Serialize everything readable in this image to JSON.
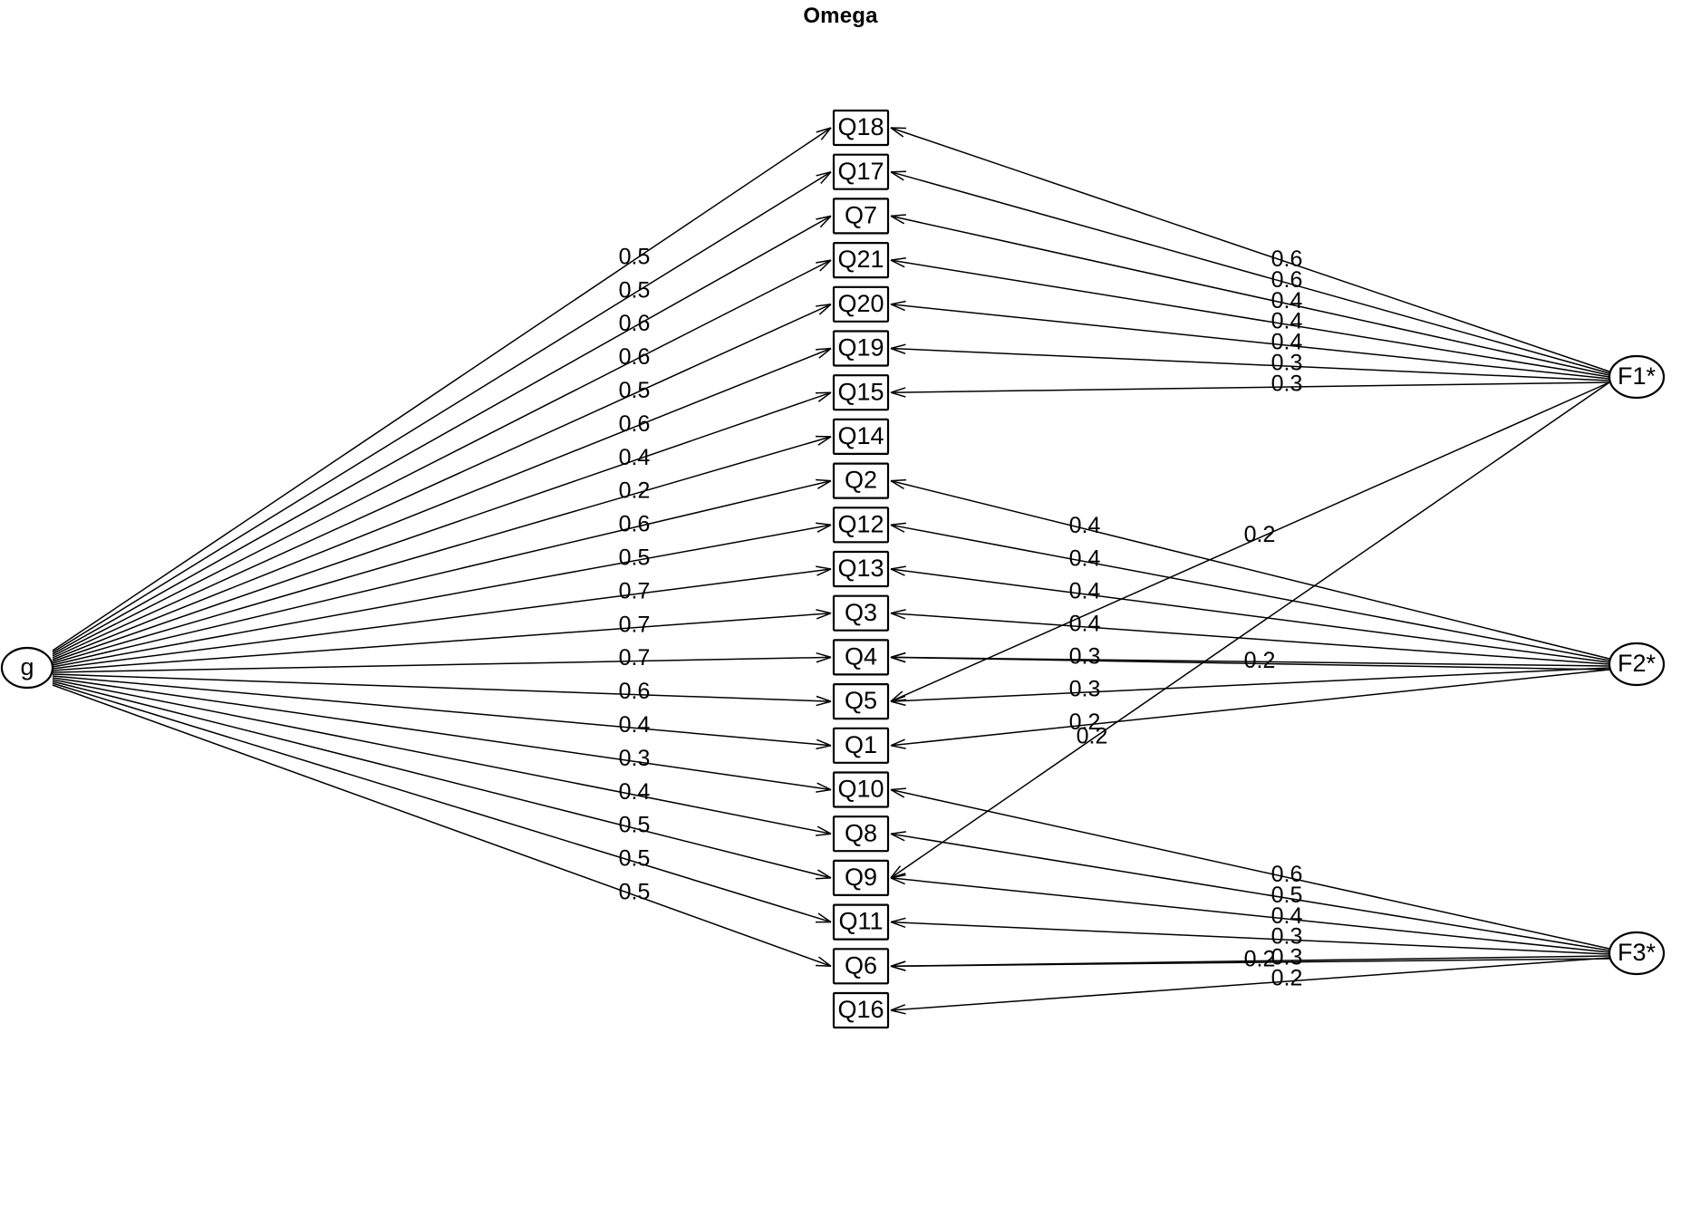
{
  "title": "Omega",
  "chart_data": {
    "type": "diagram",
    "diagram_kind": "bifactor-omega-path-diagram",
    "title": "Omega",
    "general_factor": {
      "id": "g",
      "label": "g",
      "shape": "ellipse"
    },
    "group_factors": [
      {
        "id": "F1",
        "label": "F1*",
        "shape": "ellipse"
      },
      {
        "id": "F2",
        "label": "F2*",
        "shape": "ellipse"
      },
      {
        "id": "F3",
        "label": "F3*",
        "shape": "ellipse"
      }
    ],
    "indicators": [
      "Q18",
      "Q17",
      "Q7",
      "Q21",
      "Q20",
      "Q19",
      "Q15",
      "Q14",
      "Q2",
      "Q12",
      "Q13",
      "Q3",
      "Q4",
      "Q5",
      "Q1",
      "Q10",
      "Q8",
      "Q9",
      "Q11",
      "Q6",
      "Q16"
    ],
    "g_loadings": [
      {
        "indicator": "Q18",
        "value": "0.5"
      },
      {
        "indicator": "Q17",
        "value": "0.5"
      },
      {
        "indicator": "Q7",
        "value": "0.6"
      },
      {
        "indicator": "Q21",
        "value": "0.6"
      },
      {
        "indicator": "Q20",
        "value": "0.5"
      },
      {
        "indicator": "Q19",
        "value": "0.6"
      },
      {
        "indicator": "Q15",
        "value": "0.4"
      },
      {
        "indicator": "Q14",
        "value": "0.2"
      },
      {
        "indicator": "Q2",
        "value": "0.6"
      },
      {
        "indicator": "Q12",
        "value": "0.5"
      },
      {
        "indicator": "Q13",
        "value": "0.7"
      },
      {
        "indicator": "Q3",
        "value": "0.7"
      },
      {
        "indicator": "Q4",
        "value": "0.7"
      },
      {
        "indicator": "Q5",
        "value": "0.6"
      },
      {
        "indicator": "Q1",
        "value": "0.4"
      },
      {
        "indicator": "Q10",
        "value": "0.3"
      },
      {
        "indicator": "Q8",
        "value": "0.4"
      },
      {
        "indicator": "Q9",
        "value": "0.5"
      },
      {
        "indicator": "Q11",
        "value": "0.5"
      },
      {
        "indicator": "Q6",
        "value": "0.5"
      }
    ],
    "f1_loadings": [
      {
        "indicator": "Q18",
        "value": "0.6"
      },
      {
        "indicator": "Q17",
        "value": "0.6"
      },
      {
        "indicator": "Q7",
        "value": "0.4"
      },
      {
        "indicator": "Q21",
        "value": "0.4"
      },
      {
        "indicator": "Q20",
        "value": "0.4"
      },
      {
        "indicator": "Q19",
        "value": "0.3"
      },
      {
        "indicator": "Q15",
        "value": "0.3"
      }
    ],
    "f2_loadings": [
      {
        "indicator": "Q2",
        "value": "0.4"
      },
      {
        "indicator": "Q12",
        "value": "0.4"
      },
      {
        "indicator": "Q13",
        "value": "0.4"
      },
      {
        "indicator": "Q3",
        "value": "0.4"
      },
      {
        "indicator": "Q4",
        "value": "0.3"
      },
      {
        "indicator": "Q5",
        "value": "0.3"
      },
      {
        "indicator": "Q1",
        "value": "0.2"
      }
    ],
    "f3_loadings": [
      {
        "indicator": "Q10",
        "value": "0.6"
      },
      {
        "indicator": "Q8",
        "value": "0.5"
      },
      {
        "indicator": "Q9",
        "value": "0.4"
      },
      {
        "indicator": "Q11",
        "value": "0.3"
      },
      {
        "indicator": "Q6",
        "value": "0.3"
      },
      {
        "indicator": "Q16",
        "value": "0.2"
      }
    ],
    "cross_loadings": [
      {
        "from": "F1",
        "indicator": "Q5",
        "value": "0.2"
      },
      {
        "from": "F1",
        "indicator": "Q9",
        "value": "0.2"
      },
      {
        "from": "F2",
        "indicator": "Q4",
        "value": "0.2"
      },
      {
        "from": "F3",
        "indicator": "Q6",
        "value": "0.2"
      }
    ],
    "edge_style": "directed-arrows-from-factors-to-indicators",
    "colors": {
      "stroke": "#000000",
      "fill": "#ffffff",
      "text": "#000000"
    }
  }
}
